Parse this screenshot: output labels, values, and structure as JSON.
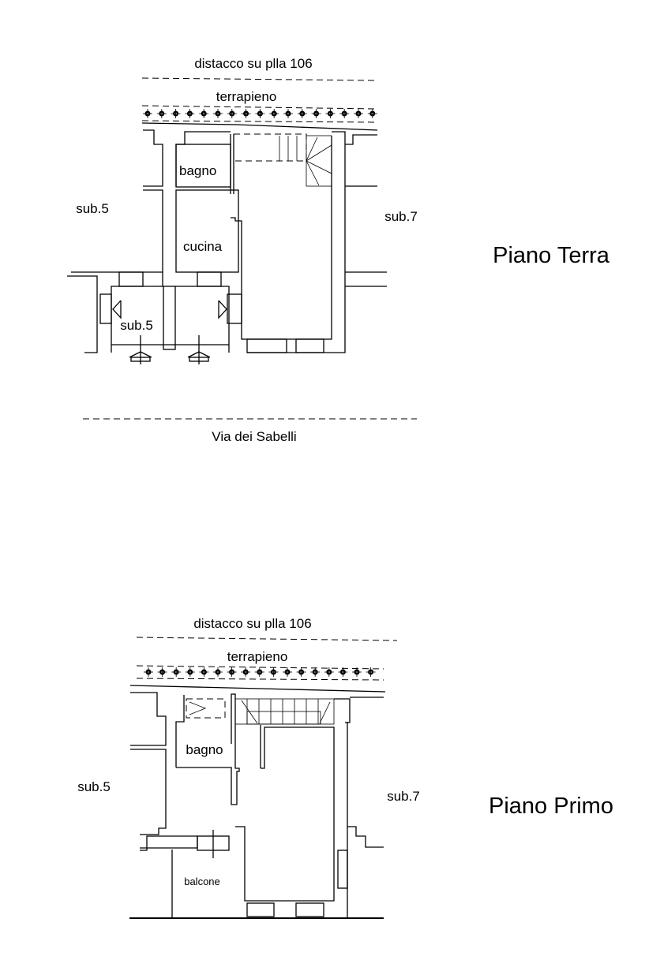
{
  "ground_floor": {
    "title": "Piano Terra",
    "setback_label": "distacco su plla 106",
    "embankment_label": "terrapieno",
    "rooms": {
      "bathroom": "bagno",
      "kitchen": "cucina"
    },
    "neighbors": {
      "left": "sub.5",
      "right": "sub.7",
      "lower_left": "sub.5"
    },
    "street_label": "Via dei Sabelli"
  },
  "first_floor": {
    "title": "Piano Primo",
    "setback_label": "distacco su plla 106",
    "embankment_label": "terrapieno",
    "rooms": {
      "bathroom": "bagno",
      "balcony": "balcone"
    },
    "neighbors": {
      "left": "sub.5",
      "right": "sub.7"
    }
  },
  "colors": {
    "ink": "#000000",
    "background": "#ffffff"
  }
}
